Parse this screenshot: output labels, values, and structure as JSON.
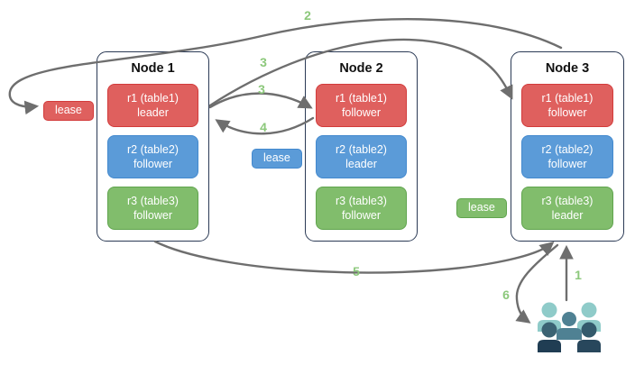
{
  "diagram": {
    "nodes": [
      {
        "title": "Node 1",
        "replicas": [
          {
            "label": "r1 (table1)",
            "role": "leader",
            "color": "red"
          },
          {
            "label": "r2 (table2)",
            "role": "follower",
            "color": "blue"
          },
          {
            "label": "r3 (table3)",
            "role": "follower",
            "color": "green"
          }
        ]
      },
      {
        "title": "Node 2",
        "replicas": [
          {
            "label": "r1 (table1)",
            "role": "follower",
            "color": "red"
          },
          {
            "label": "r2 (table2)",
            "role": "leader",
            "color": "blue"
          },
          {
            "label": "r3 (table3)",
            "role": "follower",
            "color": "green"
          }
        ]
      },
      {
        "title": "Node 3",
        "replicas": [
          {
            "label": "r1 (table1)",
            "role": "follower",
            "color": "red"
          },
          {
            "label": "r2 (table2)",
            "role": "follower",
            "color": "blue"
          },
          {
            "label": "r3 (table3)",
            "role": "leader",
            "color": "green"
          }
        ]
      }
    ],
    "leases": [
      {
        "label": "lease",
        "color": "red"
      },
      {
        "label": "lease",
        "color": "blue"
      },
      {
        "label": "lease",
        "color": "green"
      }
    ],
    "steps": {
      "s1": "1",
      "s2": "2",
      "s3a": "3",
      "s3b": "3",
      "s4": "4",
      "s5": "5",
      "s6": "6"
    },
    "icons": {
      "users": "users-group-icon"
    }
  },
  "colors": {
    "red-fill": "#df605e",
    "red-border": "#d23b3b",
    "blue-fill": "#5b9bd8",
    "blue-border": "#4389ce",
    "green-fill": "#81bd6c",
    "green-border": "#60a44e",
    "node-border": "#2b3a55",
    "arrow": "#6e6e6e",
    "step-green": "#8cc87b",
    "users-light": "#8fcbc9",
    "users-mid": "#4f8193",
    "users-head-l": "#3b6373",
    "users-body-l": "#203d53",
    "users-head-r": "#335a6c",
    "users-body-r": "#28475c"
  }
}
